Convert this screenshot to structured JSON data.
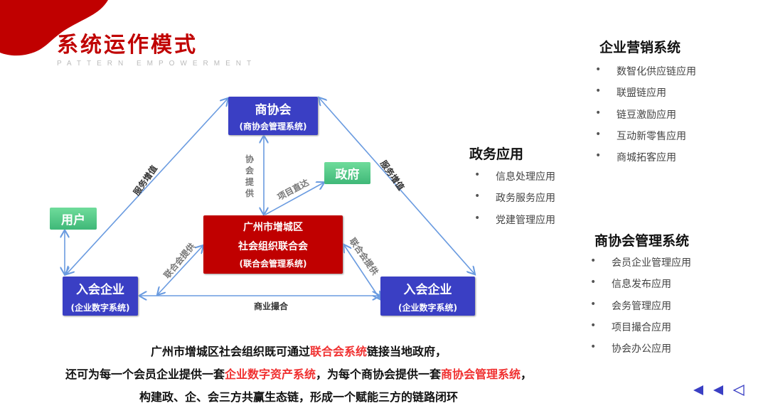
{
  "header": {
    "title": "系统运作模式",
    "subtitle": "PATTERN EMPOWERMENT"
  },
  "diagram": {
    "association": {
      "title": "商协会",
      "sub": "(商协会管理系统)"
    },
    "government": {
      "title": "政府"
    },
    "user": {
      "title": "用户"
    },
    "federation": {
      "line1": "广州市增城区",
      "line2": "社会组织联合会",
      "sub": "(联合会管理系统)"
    },
    "enterprise_left": {
      "title": "入会企业",
      "sub": "(企业数字系统)"
    },
    "enterprise_right": {
      "title": "入会企业",
      "sub": "(企业数字系统)"
    },
    "labels": {
      "service_left": "服务增值",
      "service_right": "服务增值",
      "assoc_provide": "协会提供",
      "project_direct": "项目直达",
      "fed_left": "联合会提供",
      "fed_right": "联合会提供",
      "business_match": "商业撮合"
    }
  },
  "gov_apps": {
    "heading": "政务应用",
    "items": [
      "信息处理应用",
      "政务服务应用",
      "党建管理应用"
    ]
  },
  "marketing": {
    "heading": "企业营销系统",
    "items": [
      "数智化供应链应用",
      "联盟链应用",
      "链豆激励应用",
      "互动新零售应用",
      "商城拓客应用"
    ]
  },
  "assoc_mgmt": {
    "heading": "商协会管理系统",
    "items": [
      "会员企业管理应用",
      "信息发布应用",
      "会务管理应用",
      "项目撮合应用",
      "协会办公应用"
    ]
  },
  "summary": {
    "l1a": "广州市增城区社会组织既可通过",
    "l1b": "联合会系统",
    "l1c": "链接当地政府，",
    "l2a": "还可为每一个会员企业提供一套",
    "l2b": "企业数字资产系统",
    "l2c": "，为每个商协会提供一套",
    "l2d": "商协会管理系统",
    "l2e": "，",
    "l3": "构建政、企、会三方共赢生态链，形成一个赋能三方的链路闭环"
  },
  "colors": {
    "red": "#c00000",
    "blue": "#3a3fc4",
    "line": "#6a9be0",
    "highlight": "#f03030"
  }
}
